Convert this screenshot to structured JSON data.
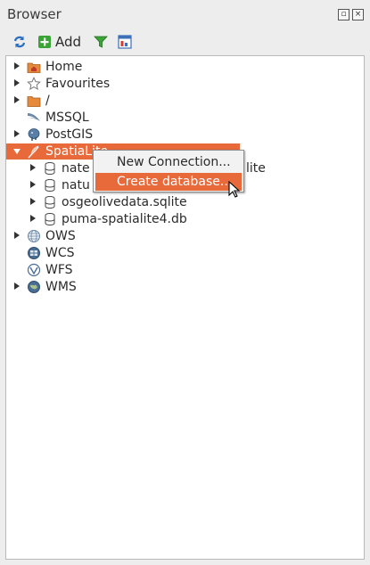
{
  "window": {
    "title": "Browser"
  },
  "toolbar": {
    "add_label": "Add"
  },
  "tree": {
    "home": "Home",
    "favourites": "Favourites",
    "root": "/",
    "mssql": "MSSQL",
    "postgis": "PostGIS",
    "spatialite": "SpatiaLite",
    "spatialite_children": [
      "nate",
      "natu",
      "osgeolivedata.sqlite",
      "puma-spatialite4.db"
    ],
    "child0_tail": "lite",
    "ows": "OWS",
    "wcs": "WCS",
    "wfs": "WFS",
    "wms": "WMS"
  },
  "context_menu": {
    "new_connection": "New Connection...",
    "create_database": "Create database..."
  },
  "colors": {
    "selection": "#e8693a",
    "panel_bg": "#ffffff",
    "window_bg": "#ededed"
  }
}
